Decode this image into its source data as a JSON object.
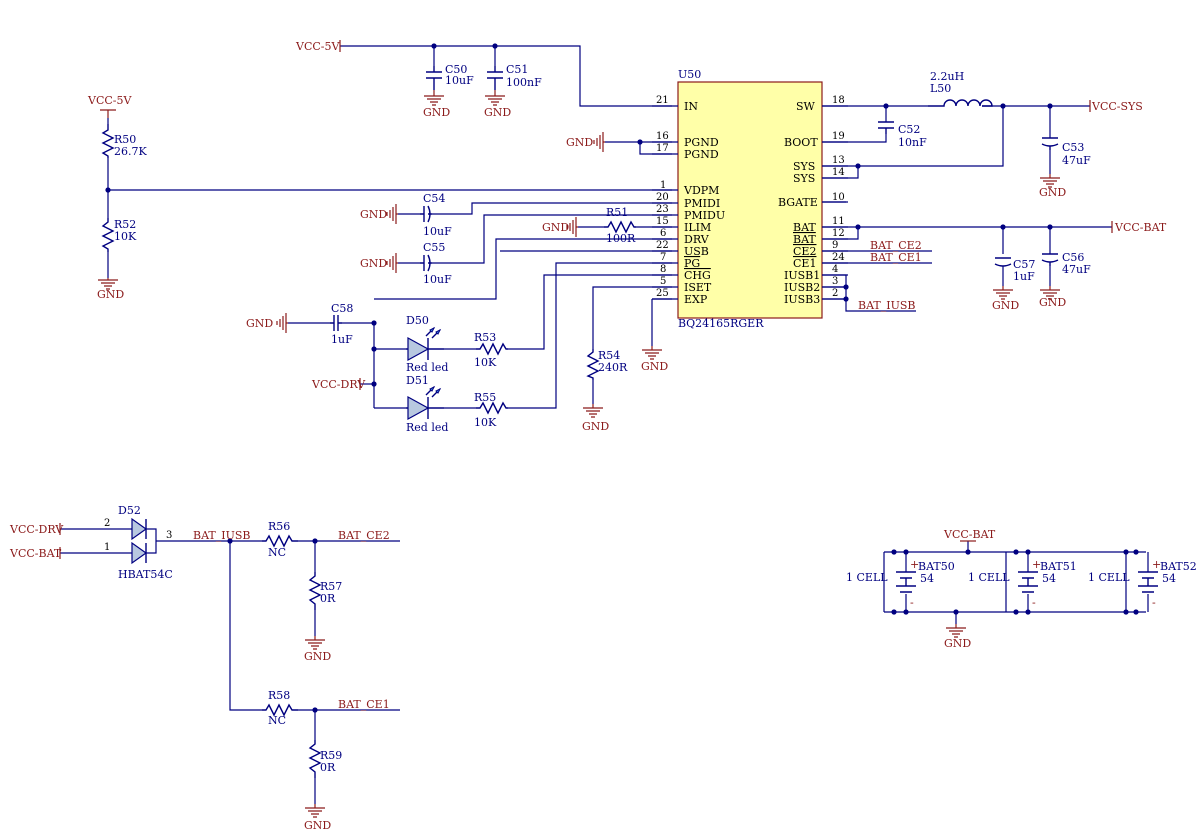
{
  "nets": {
    "vcc5v_top": "VCC-5V",
    "vcc5v_left": "VCC-5V",
    "vcc_sys": "VCC-SYS",
    "vcc_bat": "VCC-BAT",
    "vcc_drv": "VCC-DRV",
    "vcc_drv2": "VCC-DRV",
    "vcc_bat2": "VCC-BAT",
    "vcc_bat3": "VCC-BAT",
    "bat_ce2": "BAT_CE2",
    "bat_ce1": "BAT_CE1",
    "bat_iusb": "BAT_IUSB",
    "bat_iusb2": "BAT_IUSB",
    "bat_ce2b": "BAT_CE2",
    "bat_ce1b": "BAT_CE1",
    "gnd": "GND"
  },
  "ic": {
    "ref": "U50",
    "part": "BQ24165RGER",
    "left_pins": [
      {
        "num": "21",
        "name": "IN"
      },
      {
        "num": "16",
        "name": "PGND"
      },
      {
        "num": "17",
        "name": "PGND"
      },
      {
        "num": "1",
        "name": "VDPM"
      },
      {
        "num": "20",
        "name": "PMIDI"
      },
      {
        "num": "23",
        "name": "PMIDU"
      },
      {
        "num": "15",
        "name": "ILIM"
      },
      {
        "num": "6",
        "name": "DRV"
      },
      {
        "num": "22",
        "name": "USB"
      },
      {
        "num": "7",
        "name": "PG"
      },
      {
        "num": "8",
        "name": "CHG"
      },
      {
        "num": "5",
        "name": "ISET"
      },
      {
        "num": "25",
        "name": "EXP"
      }
    ],
    "right_pins": [
      {
        "num": "18",
        "name": "SW"
      },
      {
        "num": "19",
        "name": "BOOT"
      },
      {
        "num": "13",
        "name": "SYS"
      },
      {
        "num": "14",
        "name": "SYS"
      },
      {
        "num": "10",
        "name": "BGATE"
      },
      {
        "num": "11",
        "name": "BAT"
      },
      {
        "num": "12",
        "name": "BAT"
      },
      {
        "num": "9",
        "name": "CE2"
      },
      {
        "num": "24",
        "name": "CE1"
      },
      {
        "num": "4",
        "name": "IUSB1"
      },
      {
        "num": "3",
        "name": "IUSB2"
      },
      {
        "num": "2",
        "name": "IUSB3"
      }
    ]
  },
  "components": {
    "C50": {
      "ref": "C50",
      "val": "10uF"
    },
    "C51": {
      "ref": "C51",
      "val": "100nF"
    },
    "C52": {
      "ref": "C52",
      "val": "10nF"
    },
    "C53": {
      "ref": "C53",
      "val": "47uF"
    },
    "C54": {
      "ref": "C54",
      "val": "10uF"
    },
    "C55": {
      "ref": "C55",
      "val": "10uF"
    },
    "C56": {
      "ref": "C56",
      "val": "47uF"
    },
    "C57": {
      "ref": "C57",
      "val": "1uF"
    },
    "C58": {
      "ref": "C58",
      "val": "1uF"
    },
    "L50": {
      "ref": "L50",
      "val": "2.2uH"
    },
    "R50": {
      "ref": "R50",
      "val": "26.7K"
    },
    "R51": {
      "ref": "R51",
      "val": "100R"
    },
    "R52": {
      "ref": "R52",
      "val": "10K"
    },
    "R53": {
      "ref": "R53",
      "val": "10K"
    },
    "R54": {
      "ref": "R54",
      "val": "240R"
    },
    "R55": {
      "ref": "R55",
      "val": "10K"
    },
    "R56": {
      "ref": "R56",
      "val": "NC"
    },
    "R57": {
      "ref": "R57",
      "val": "0R"
    },
    "R58": {
      "ref": "R58",
      "val": "NC"
    },
    "R59": {
      "ref": "R59",
      "val": "0R"
    },
    "D50": {
      "ref": "D50",
      "val": "Red led"
    },
    "D51": {
      "ref": "D51",
      "val": "Red led"
    },
    "D52": {
      "ref": "D52",
      "val": "HBAT54C",
      "pin1": "1",
      "pin2": "2",
      "pin3": "3"
    },
    "BAT50": {
      "ref": "BAT50",
      "val": "54",
      "cell": "1 CELL"
    },
    "BAT51": {
      "ref": "BAT51",
      "val": "54",
      "cell": "1 CELL"
    },
    "BAT52": {
      "ref": "BAT52",
      "val": "54",
      "cell": "1 CELL"
    }
  },
  "symbols": {
    "plus": "+",
    "minus": "-"
  }
}
